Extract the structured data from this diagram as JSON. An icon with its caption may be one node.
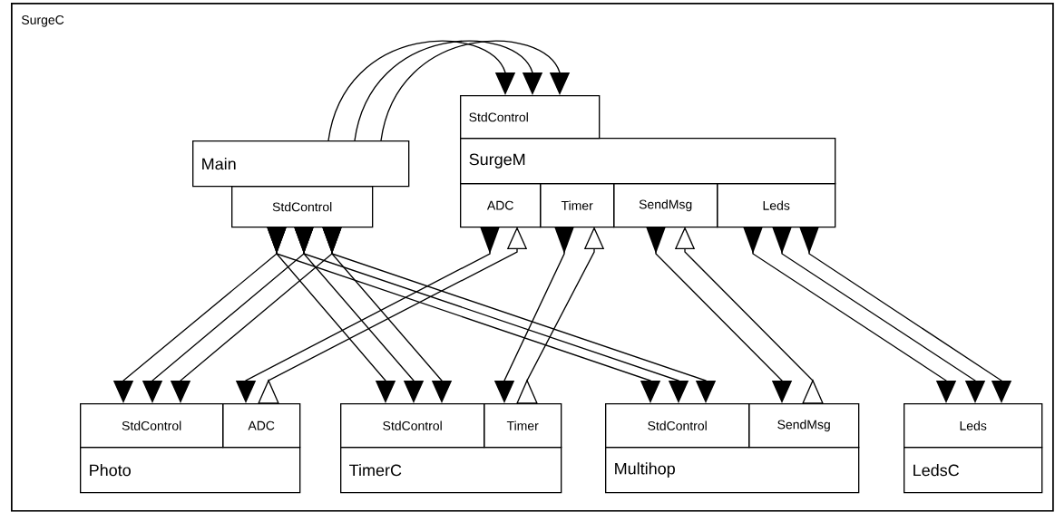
{
  "diagram": {
    "nodes": [
      {
        "text": [
          "SurgeC"
        ]
      },
      {
        "text": [
          "Main"
        ],
        "in": 0
      },
      {
        "text": [
          "StdControl"
        ],
        "in": 0
      },
      {
        "text": [
          "StdControl"
        ],
        "in": 0
      },
      {
        "text": [
          "SurgeM"
        ],
        "in": 0
      },
      {
        "text": [
          "ADC"
        ],
        "in": 0
      },
      {
        "text": [
          "Timer"
        ],
        "in": 0
      },
      {
        "text": [
          "SendMsg"
        ],
        "in": 0
      },
      {
        "text": [
          "Leds"
        ],
        "in": 0
      },
      {
        "text": [
          "StdControl"
        ],
        "in": 0
      },
      {
        "text": [
          "ADC"
        ],
        "in": 0
      },
      {
        "text": [
          "Photo"
        ],
        "in": 0
      },
      {
        "text": [
          "StdControl"
        ],
        "in": 0
      },
      {
        "text": [
          "Timer"
        ],
        "in": 0
      },
      {
        "text": [
          "TimerC"
        ],
        "in": 0
      },
      {
        "text": [
          "StdControl"
        ],
        "in": 0
      },
      {
        "text": [
          "SendMsg"
        ],
        "in": 0
      },
      {
        "text": [
          "Multihop"
        ],
        "in": 0
      },
      {
        "text": [
          "Leds"
        ],
        "in": 0
      },
      {
        "text": [
          "LedsC"
        ],
        "in": 0
      }
    ],
    "edges": [
      {
        "from": 1,
        "to": 3,
        "arrow": "to"
      },
      {
        "from": 1,
        "to": 3,
        "arrow": "to"
      },
      {
        "from": 1,
        "to": 3,
        "arrow": "to"
      },
      {
        "from": 2,
        "to": 9,
        "arrow": "to"
      },
      {
        "from": 2,
        "to": 12,
        "arrow": "to"
      },
      {
        "from": 2,
        "to": 15,
        "arrow": "to"
      },
      {
        "from": 2,
        "to": 9,
        "arrow": "to"
      },
      {
        "from": 2,
        "to": 12,
        "arrow": "to"
      },
      {
        "from": 2,
        "to": 15,
        "arrow": "to"
      },
      {
        "from": 2,
        "to": 9,
        "arrow": "to"
      },
      {
        "from": 2,
        "to": 12,
        "arrow": "to"
      },
      {
        "from": 2,
        "to": 15,
        "arrow": "to"
      },
      {
        "from": 5,
        "to": 10,
        "arrow": "to"
      },
      {
        "from": 10,
        "to": 5,
        "arrow": "to"
      },
      {
        "from": 6,
        "to": 13,
        "arrow": "to"
      },
      {
        "from": 13,
        "to": 6,
        "arrow": "to"
      },
      {
        "from": 7,
        "to": 16,
        "arrow": "to"
      },
      {
        "from": 16,
        "to": 7,
        "arrow": "to"
      },
      {
        "from": 8,
        "to": 18,
        "arrow": "to"
      },
      {
        "from": 8,
        "to": 18,
        "arrow": "to"
      },
      {
        "from": 8,
        "to": 18,
        "arrow": "to"
      }
    ]
  }
}
